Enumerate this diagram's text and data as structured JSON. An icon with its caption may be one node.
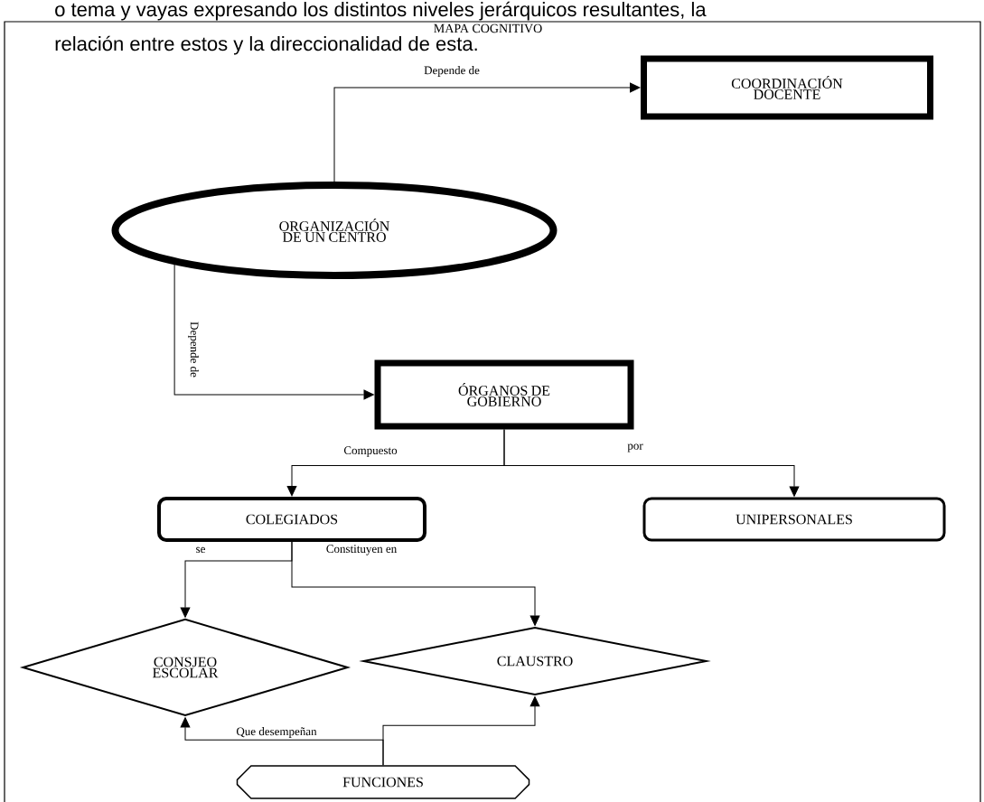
{
  "diagram": {
    "title": "MAPA COGNITIVO",
    "nodes": [
      {
        "text": [
          "COORDINACIÓN DOCENTE"
        ]
      },
      {
        "text": [
          "ORGANIZACIÓN DE UN CENTRO"
        ]
      },
      {
        "text": [
          "ÓRGANOS DE GOBIERNO"
        ]
      },
      {
        "text": [
          "COLEGIADOS"
        ]
      },
      {
        "text": [
          "UNIPERSONALES"
        ]
      },
      {
        "text": [
          "CONSJEO ESCOLAR"
        ]
      },
      {
        "text": [
          "CLAUSTRO"
        ]
      },
      {
        "text": [
          "FUNCIONES"
        ]
      }
    ],
    "edges": [
      {
        "from": 1,
        "to": 0,
        "arrow": "to",
        "label": "Depende de"
      },
      {
        "from": 1,
        "to": 2,
        "arrow": "to",
        "label": "Depende de"
      },
      {
        "from": 2,
        "to": 3,
        "arrow": "to",
        "label": "Compuesto"
      },
      {
        "from": 2,
        "to": 4,
        "arrow": "to",
        "label": "por"
      },
      {
        "from": 3,
        "to": 5,
        "arrow": "to",
        "label": "se"
      },
      {
        "from": 3,
        "to": 6,
        "arrow": "to",
        "label": "Constituyen en"
      },
      {
        "from": 7,
        "to": 5,
        "arrow": "to",
        "label": "Que desempeñan"
      },
      {
        "from": 7,
        "to": 6,
        "arrow": "to"
      }
    ],
    "labels": [
      "o tema y vayas expresando los distintos niveles jerárquicos resultantes, la",
      "relación entre estos y la direccionalidad de esta."
    ]
  }
}
